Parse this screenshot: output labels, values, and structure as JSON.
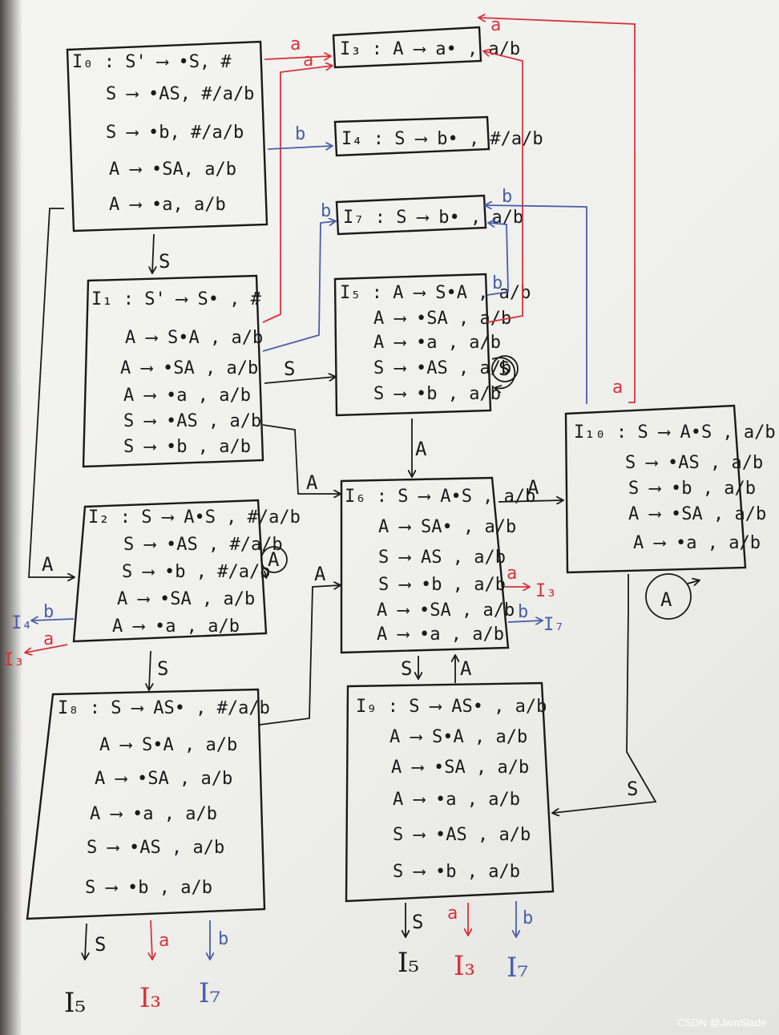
{
  "colors": {
    "ink": "#1a1a1a",
    "red": "#d8333a",
    "blue": "#4a5fa8",
    "paper": "#f1f1ee"
  },
  "states": {
    "I0": [
      "I₀ : S' ⟶ •S, #",
      "S ⟶ •AS, #/a/b",
      "S ⟶ •b, #/a/b",
      "A ⟶ •SA, a/b",
      "A ⟶ •a, a/b"
    ],
    "I3": [
      "I₃ : A ⟶ a• , a/b"
    ],
    "I4": [
      "I₄ : S ⟶ b• , #/a/b"
    ],
    "I7": [
      "I₇ : S ⟶ b• , a/b"
    ],
    "I1": [
      "I₁ : S' ⟶ S• , #",
      "A ⟶ S•A , a/b",
      "A ⟶ •SA , a/b",
      "A ⟶ •a , a/b",
      "S ⟶ •AS , a/b",
      "S ⟶ •b , a/b"
    ],
    "I5": [
      "I₅ : A ⟶ S•A , a/b",
      "A ⟶ •SA , a/b",
      "A ⟶ •a , a/b",
      "S ⟶ •AS , a/b",
      "S ⟶ •b , a/b"
    ],
    "I2": [
      "I₂ : S ⟶ A•S , #/a/b",
      "S ⟶ •AS , #/a/b",
      "S ⟶ •b , #/a/b",
      "A ⟶ •SA , a/b",
      "A ⟶ •a , a/b"
    ],
    "I6": [
      "I₆ : S ⟶ A•S , a/b",
      "A ⟶ SA• , a/b",
      "S ⟶ AS , a/b",
      "S ⟶ •b , a/b",
      "A ⟶ •SA , a/b",
      "A ⟶ •a , a/b"
    ],
    "I10": [
      "I₁₀ :  S ⟶ A•S , a/b",
      "S ⟶ •AS , a/b",
      "S ⟶ •b , a/b",
      "A ⟶ •SA , a/b",
      "A ⟶ •a , a/b"
    ],
    "I8": [
      "I₈ : S ⟶ AS• , #/a/b",
      "A ⟶ S•A , a/b",
      "A ⟶ •SA , a/b",
      "A ⟶ •a , a/b",
      "S ⟶ •AS , a/b",
      "S ⟶ •b , a/b"
    ],
    "I9": [
      "I₉ : S ⟶ AS• , a/b",
      "A ⟶ S•A , a/b",
      "A ⟶ •SA , a/b",
      "A ⟶ •a , a/b",
      "S ⟶ •AS , a/b",
      "S ⟶ •b , a/b"
    ]
  },
  "edge_labels": {
    "a": "a",
    "b": "b",
    "S": "S",
    "A": "A"
  },
  "targets": {
    "I3": "I₃",
    "I4": "I₄",
    "I5": "I₅",
    "I7": "I₇"
  },
  "watermark": "CSDN @JamSlade"
}
